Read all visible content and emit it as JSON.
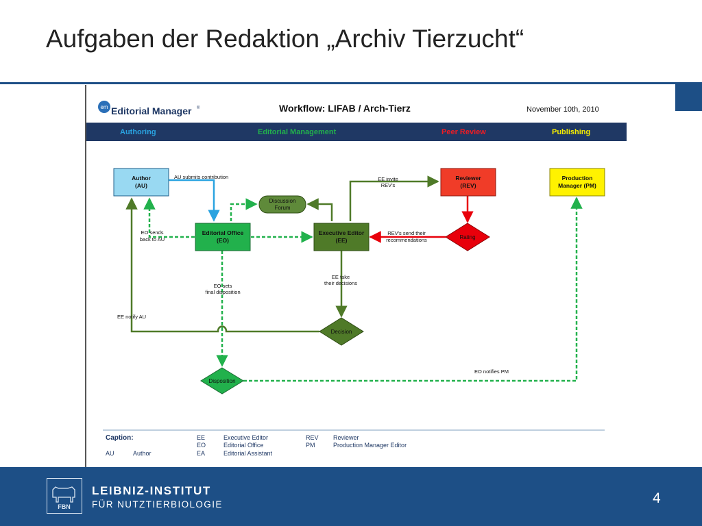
{
  "slide": {
    "title": "Aufgaben der Redaktion „Archiv Tierzucht“",
    "page_number": "4"
  },
  "header": {
    "logo_badge": "em",
    "app_name": "Editorial Manager",
    "app_mark": "®",
    "workflow_title": "Workflow: LIFAB / Arch-Tierz",
    "date": "November 10th,  2010"
  },
  "phases": [
    {
      "label": "Authoring",
      "color": "#2aa3e0"
    },
    {
      "label": "Editorial Management",
      "color": "#22b14c"
    },
    {
      "label": "Peer Review",
      "color": "#ed1c24"
    },
    {
      "label": "Publishing",
      "color": "#f5ec00"
    }
  ],
  "nodes": {
    "author": [
      "Author",
      "(AU)"
    ],
    "editorial_office": [
      "Editorial Office",
      "(EO)"
    ],
    "executive_editor": [
      "Executive Editor",
      "(EE)"
    ],
    "reviewer": [
      "Reviewer",
      "(REV)"
    ],
    "production_manager": [
      "Production",
      "Manager (PM)"
    ],
    "discussion_forum": [
      "Discussion",
      "Forum"
    ],
    "rating": "Rating",
    "decision": "Decision",
    "disposition": "Disposition"
  },
  "edge_labels": {
    "au_submits": "AU submits contribution",
    "ee_invite": [
      "EE invite",
      "REV's"
    ],
    "eo_sends_back": [
      "EO sends",
      "back to AU"
    ],
    "rev_send": [
      "REV's send their",
      "recommendations"
    ],
    "ee_take": [
      "EE take",
      "their decisions"
    ],
    "eo_sets": [
      "EO sets",
      "final disposition"
    ],
    "ee_notify": "EE notify AU",
    "eo_notifies_pm": "EO notifies PM"
  },
  "caption": {
    "label": "Caption:",
    "abbreviations": [
      {
        "code": "AU",
        "meaning": "Author"
      },
      {
        "code": "EE",
        "meaning": "Executive Editor"
      },
      {
        "code": "EO",
        "meaning": "Editorial Office"
      },
      {
        "code": "EA",
        "meaning": "Editorial Assistant"
      },
      {
        "code": "REV",
        "meaning": "Reviewer"
      },
      {
        "code": "PM",
        "meaning": "Production Manager Editor"
      }
    ]
  },
  "footer": {
    "institute_line1": "LEIBNIZ-INSTITUT",
    "institute_line2": "FÜR NUTZTIERBIOLOGIE",
    "logo_text": "FBN"
  },
  "colors": {
    "brand_blue": "#1d4f86",
    "nav_bar": "#1f3864",
    "author_fill": "#99d9f2",
    "editorial_office_fill": "#22b14c",
    "executive_editor_fill": "#4f7a28",
    "reviewer_fill": "#f03c28",
    "production_fill": "#fff200",
    "forum_fill": "#5f8a3a",
    "rating_fill": "#e8000b",
    "decision_fill": "#4f7a28",
    "disposition_fill": "#22b14c",
    "edge_blue": "#2aa3e0",
    "edge_green": "#22b14c",
    "edge_darkgreen": "#4f7a28",
    "edge_red": "#e8000b"
  }
}
